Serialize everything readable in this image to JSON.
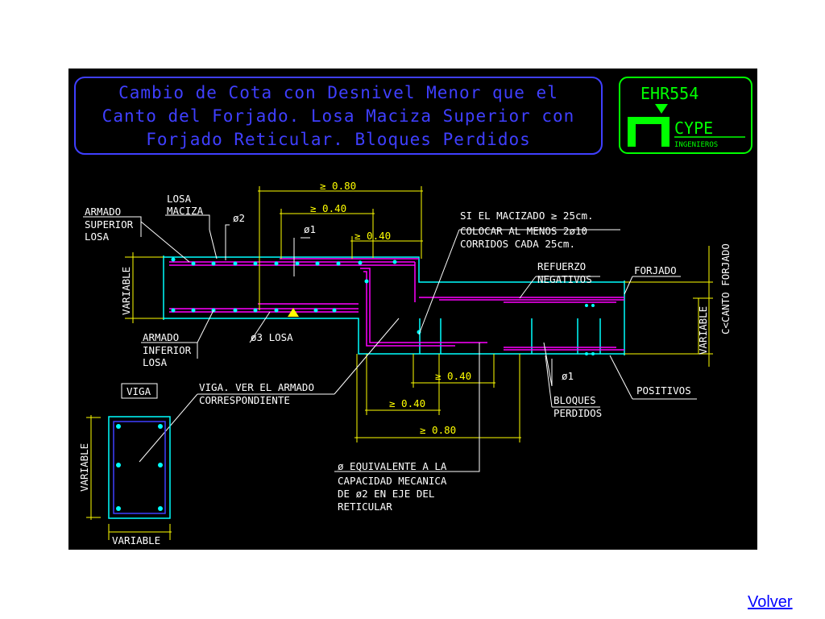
{
  "title": {
    "line1": "Cambio de Cota con Desnivel Menor que el",
    "line2": "Canto del Forjado. Losa Maciza Superior con",
    "line3": "Forjado Reticular. Bloques Perdidos"
  },
  "logo": {
    "code": "EHR554",
    "brand": "CYPE",
    "sub": "INGENIEROS"
  },
  "labels": {
    "ge080_top": "≥ 0.80",
    "ge040_top": "≥ 0.40",
    "ge040_mid": "≥ 0.40",
    "phi1_top": "ø1",
    "phi2": "ø2",
    "losa": "LOSA",
    "maciza": "MACIZA",
    "armado_sup_1": "ARMADO",
    "armado_sup_2": "SUPERIOR",
    "armado_sup_3": "LOSA",
    "si1": "SI EL MACIZADO ≥ 25cm.",
    "si2": "COLOCAR AL MENOS 2ø10",
    "si3": "CORRIDOS CADA 25cm.",
    "refuerzo1": "REFUERZO",
    "refuerzo2": "NEGATIVOS",
    "forjado": "FORJADO",
    "canto": "C<CANTO FORJADO",
    "variable_left": "VARIABLE",
    "variable_right": "VARIABLE",
    "armado_inf_1": "ARMADO",
    "armado_inf_2": "INFERIOR",
    "armado_inf_3": "LOSA",
    "phi3": "ø3 LOSA",
    "viga": "VIGA",
    "viga_ver_1": "VIGA. VER EL ARMADO",
    "viga_ver_2": "CORRESPONDIENTE",
    "ge040_bot1": "≥ 0.40",
    "phi1_bot": "ø1",
    "positivos": "POSITIVOS",
    "ge040_bot2": "≥ 0.40",
    "bloques1": "BLOQUES",
    "bloques2": "PERDIDOS",
    "ge080_bot": "≥ 0.80",
    "equiv1": "ø EQUIVALENTE A LA",
    "equiv2": "CAPACIDAD MECANICA",
    "equiv3": "DE ø2 EN EJE DEL",
    "equiv4": "RETICULAR",
    "variable_beam_v": "VARIABLE",
    "variable_beam_h": "VARIABLE"
  },
  "colors": {
    "background": "#000000",
    "title_text": "#3f3fff",
    "logo": "#00ff00",
    "dimension": "#ffff00",
    "annotation": "#ffffff",
    "concrete": "#00ffff",
    "rebar": "#ff00ff",
    "link": "#0000ff"
  },
  "nav": {
    "volver": "Volver"
  }
}
